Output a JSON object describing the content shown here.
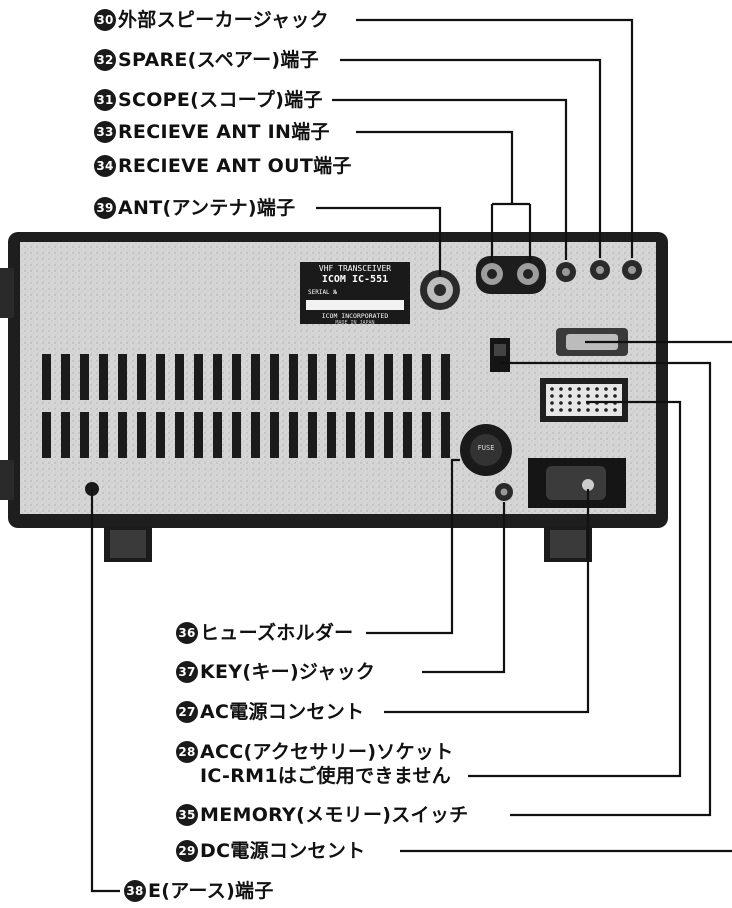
{
  "labels": [
    {
      "id": "c30",
      "num": "30",
      "text": "外部スピーカージャック"
    },
    {
      "id": "c32",
      "num": "32",
      "text": "SPARE(スペアー)端子"
    },
    {
      "id": "c31",
      "num": "31",
      "text": "SCOPE(スコープ)端子"
    },
    {
      "id": "c33",
      "num": "33",
      "text": "RECIEVE ANT IN端子"
    },
    {
      "id": "c34",
      "num": "34",
      "text": "RECIEVE ANT OUT端子"
    },
    {
      "id": "c39",
      "num": "39",
      "text": "ANT(アンテナ)端子"
    },
    {
      "id": "c36",
      "num": "36",
      "text": "ヒューズホルダー"
    },
    {
      "id": "c37",
      "num": "37",
      "text": "KEY(キー)ジャック"
    },
    {
      "id": "c27",
      "num": "27",
      "text": "AC電源コンセント"
    },
    {
      "id": "c28",
      "num": "28",
      "text": "ACC(アクセサリー)ソケット"
    },
    {
      "id": "c28b",
      "num": "",
      "text": "IC-RM1はご使用できません"
    },
    {
      "id": "c35",
      "num": "35",
      "text": "MEMORY(メモリー)スイッチ"
    },
    {
      "id": "c29",
      "num": "29",
      "text": "DC電源コンセント"
    },
    {
      "id": "c38",
      "num": "38",
      "text": "E(アース)端子"
    }
  ],
  "nameplate": {
    "line1": "VHF TRANSCEIVER",
    "brand": "ICOM",
    "model": "IC-551",
    "serial_label": "SERIAL №",
    "maker": "ICOM INCORPORATED",
    "origin": "MADE IN JAPAN"
  },
  "fuse_label": "FUSE",
  "colors": {
    "ink": "#111111",
    "panel": "#d9d9d9",
    "body": "#222222"
  }
}
